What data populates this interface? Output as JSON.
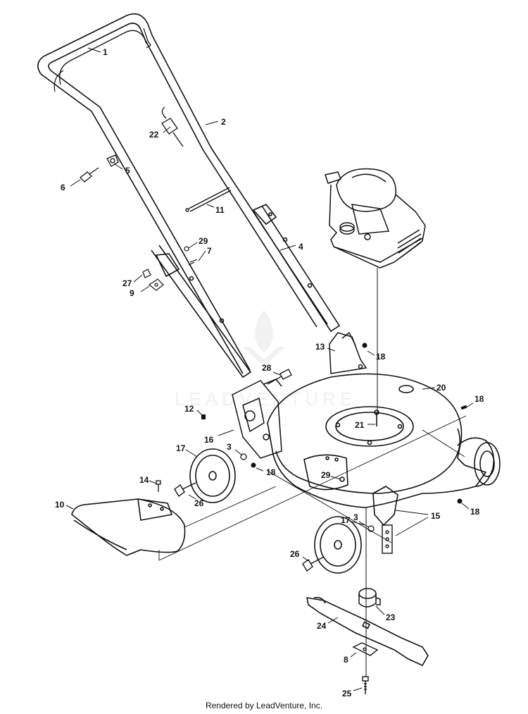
{
  "watermark": {
    "text": "LEADVENTURE"
  },
  "footer": {
    "text": "Rendered by LeadVenture, Inc."
  },
  "callouts": [
    {
      "id": "c1",
      "label": "1"
    },
    {
      "id": "c2",
      "label": "2"
    },
    {
      "id": "c22",
      "label": "22"
    },
    {
      "id": "c5",
      "label": "5"
    },
    {
      "id": "c6",
      "label": "6"
    },
    {
      "id": "c11",
      "label": "11"
    },
    {
      "id": "c29a",
      "label": "29"
    },
    {
      "id": "c7",
      "label": "7"
    },
    {
      "id": "c4",
      "label": "4"
    },
    {
      "id": "c27",
      "label": "27"
    },
    {
      "id": "c9",
      "label": "9"
    },
    {
      "id": "c13",
      "label": "13"
    },
    {
      "id": "c18a",
      "label": "18"
    },
    {
      "id": "c28",
      "label": "28"
    },
    {
      "id": "c20",
      "label": "20"
    },
    {
      "id": "c18b",
      "label": "18"
    },
    {
      "id": "c12",
      "label": "12"
    },
    {
      "id": "c21",
      "label": "21"
    },
    {
      "id": "c16",
      "label": "16"
    },
    {
      "id": "c17a",
      "label": "17"
    },
    {
      "id": "c3a",
      "label": "3"
    },
    {
      "id": "c18c",
      "label": "18"
    },
    {
      "id": "c14",
      "label": "14"
    },
    {
      "id": "c29b",
      "label": "29"
    },
    {
      "id": "c26a",
      "label": "26"
    },
    {
      "id": "c10",
      "label": "10"
    },
    {
      "id": "c15",
      "label": "15"
    },
    {
      "id": "c18d",
      "label": "18"
    },
    {
      "id": "c17b",
      "label": "17"
    },
    {
      "id": "c3b",
      "label": "3"
    },
    {
      "id": "c26b",
      "label": "26"
    },
    {
      "id": "c23",
      "label": "23"
    },
    {
      "id": "c24",
      "label": "24"
    },
    {
      "id": "c8",
      "label": "8"
    },
    {
      "id": "c25",
      "label": "25"
    }
  ]
}
